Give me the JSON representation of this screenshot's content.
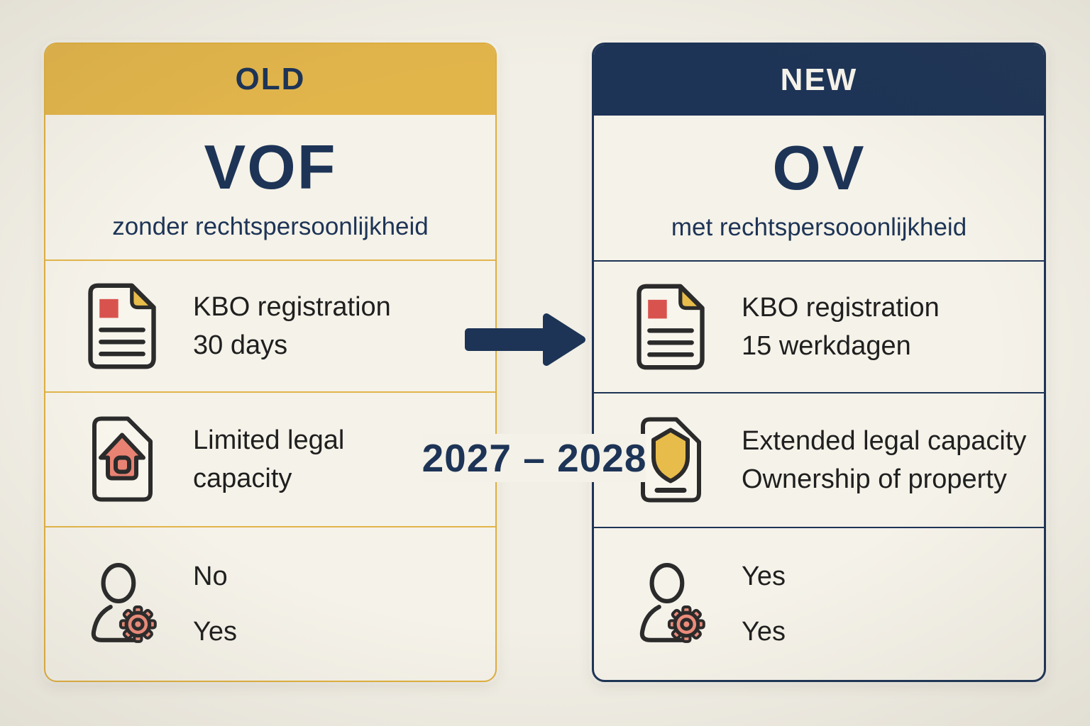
{
  "page": {
    "background": "#F2EFE6"
  },
  "colors": {
    "yellow_accent": "#E2B54B",
    "navy_accent": "#1D3456",
    "card_background": "#F5F2E9",
    "row_text": "#1F1F1F",
    "red_accent": "#D9534E",
    "salmon_accent": "#EC8C7B",
    "header_light_text": "#F7F4EC"
  },
  "center": {
    "arrow_icon": "right-arrow-icon",
    "arrow_label": "2027 – 2028"
  },
  "old_card": {
    "header_label": "OLD",
    "title": "VOF",
    "subtitle": "zonder rechtspersoonlijkheid",
    "rows": [
      {
        "icon": "document-icon",
        "lines": [
          "KBO registration",
          "30 days"
        ]
      },
      {
        "icon": "house-document-icon",
        "lines": [
          "Limited legal",
          "capacity"
        ]
      },
      {
        "icon": "person-gear-icon",
        "lines": [
          "No",
          "Yes"
        ]
      }
    ]
  },
  "new_card": {
    "header_label": "NEW",
    "title": "OV",
    "subtitle": "met rechtspersooonlijkheid",
    "rows": [
      {
        "icon": "document-icon",
        "lines": [
          "KBO registration",
          "15 werkdagen"
        ]
      },
      {
        "icon": "shield-document-icon",
        "lines": [
          "Extended legal capacity",
          "Ownership of property"
        ]
      },
      {
        "icon": "person-gear-icon",
        "lines": [
          "Yes",
          "Yes"
        ]
      }
    ]
  }
}
